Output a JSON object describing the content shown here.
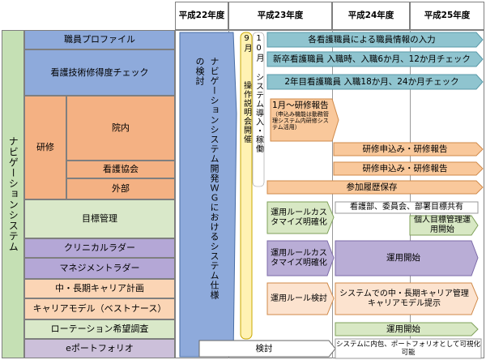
{
  "headers": {
    "h22": "平成22年度",
    "h23": "平成23年度",
    "h24": "平成24年度",
    "h25": "平成25年度"
  },
  "side_label": "ナビゲーションシステム",
  "rows": {
    "profile": "職員プロファイル",
    "check": "看護技術修得度チェック",
    "kenshu": "研修",
    "innai": "院内",
    "kyokai": "看護協会",
    "gaibu": "外部",
    "mokuhyo": "目標管理",
    "clinical": "クリニカルラダー",
    "management": "マネジメントラダー",
    "career": "中・長期キャリア計画",
    "model": "キャリアモデル（ベストナース）",
    "rotation": "ローテーション希望調査",
    "portfolio": "eポートフォリオ"
  },
  "wg_text": "ナビゲーションシステム開発ＷＧにおけるシステム仕様の検討",
  "setsumei_text": "操作説明会開催",
  "month9": "9月",
  "month10": "10月",
  "donyu_text": "システム導入・稼働",
  "bars": {
    "profile_input": "各看護職員による職員情報の入力",
    "new_nurse": "新卒看護職員 入職時、入職6か月、12か月チェック",
    "second_year": "2年目看護職員 入職18か月、24か月チェック",
    "innai_report": "1月～研修報告",
    "innai_note": "（申込み機能は動務管理システム内研修システム活用）",
    "innai_apply": "研修申込み・研修報告",
    "kyokai_apply": "研修申込み・研修報告",
    "gaibu_history": "参加履歴保存",
    "rule1": "運用ルールカスタマイズ明確化",
    "dept_goals": "看護部、委員会、部署目標共有",
    "personal_goals": "個人目標管理運用開始",
    "rule2": "運用ルールカスタマイズ明確化",
    "ladder_start": "運用開始",
    "rule3": "運用ルール検討",
    "career_mgmt": "システムでの中・長期キャリア管理キャリアモデル提示",
    "rotation_start": "運用開始",
    "kento": "検討",
    "portfolio_note": "システムに内包、ポートフォリオとして可視化可能"
  },
  "colors": {
    "blue": "#8eaadb",
    "orange": "#f8cbad",
    "green": "#d9e8c9",
    "purple": "#b4a7d6",
    "teal_bar": "#8fc4cf",
    "orange_bar": "#f9c89b",
    "green_bar": "#d8e8c4",
    "purple_bar": "#b9add6"
  }
}
